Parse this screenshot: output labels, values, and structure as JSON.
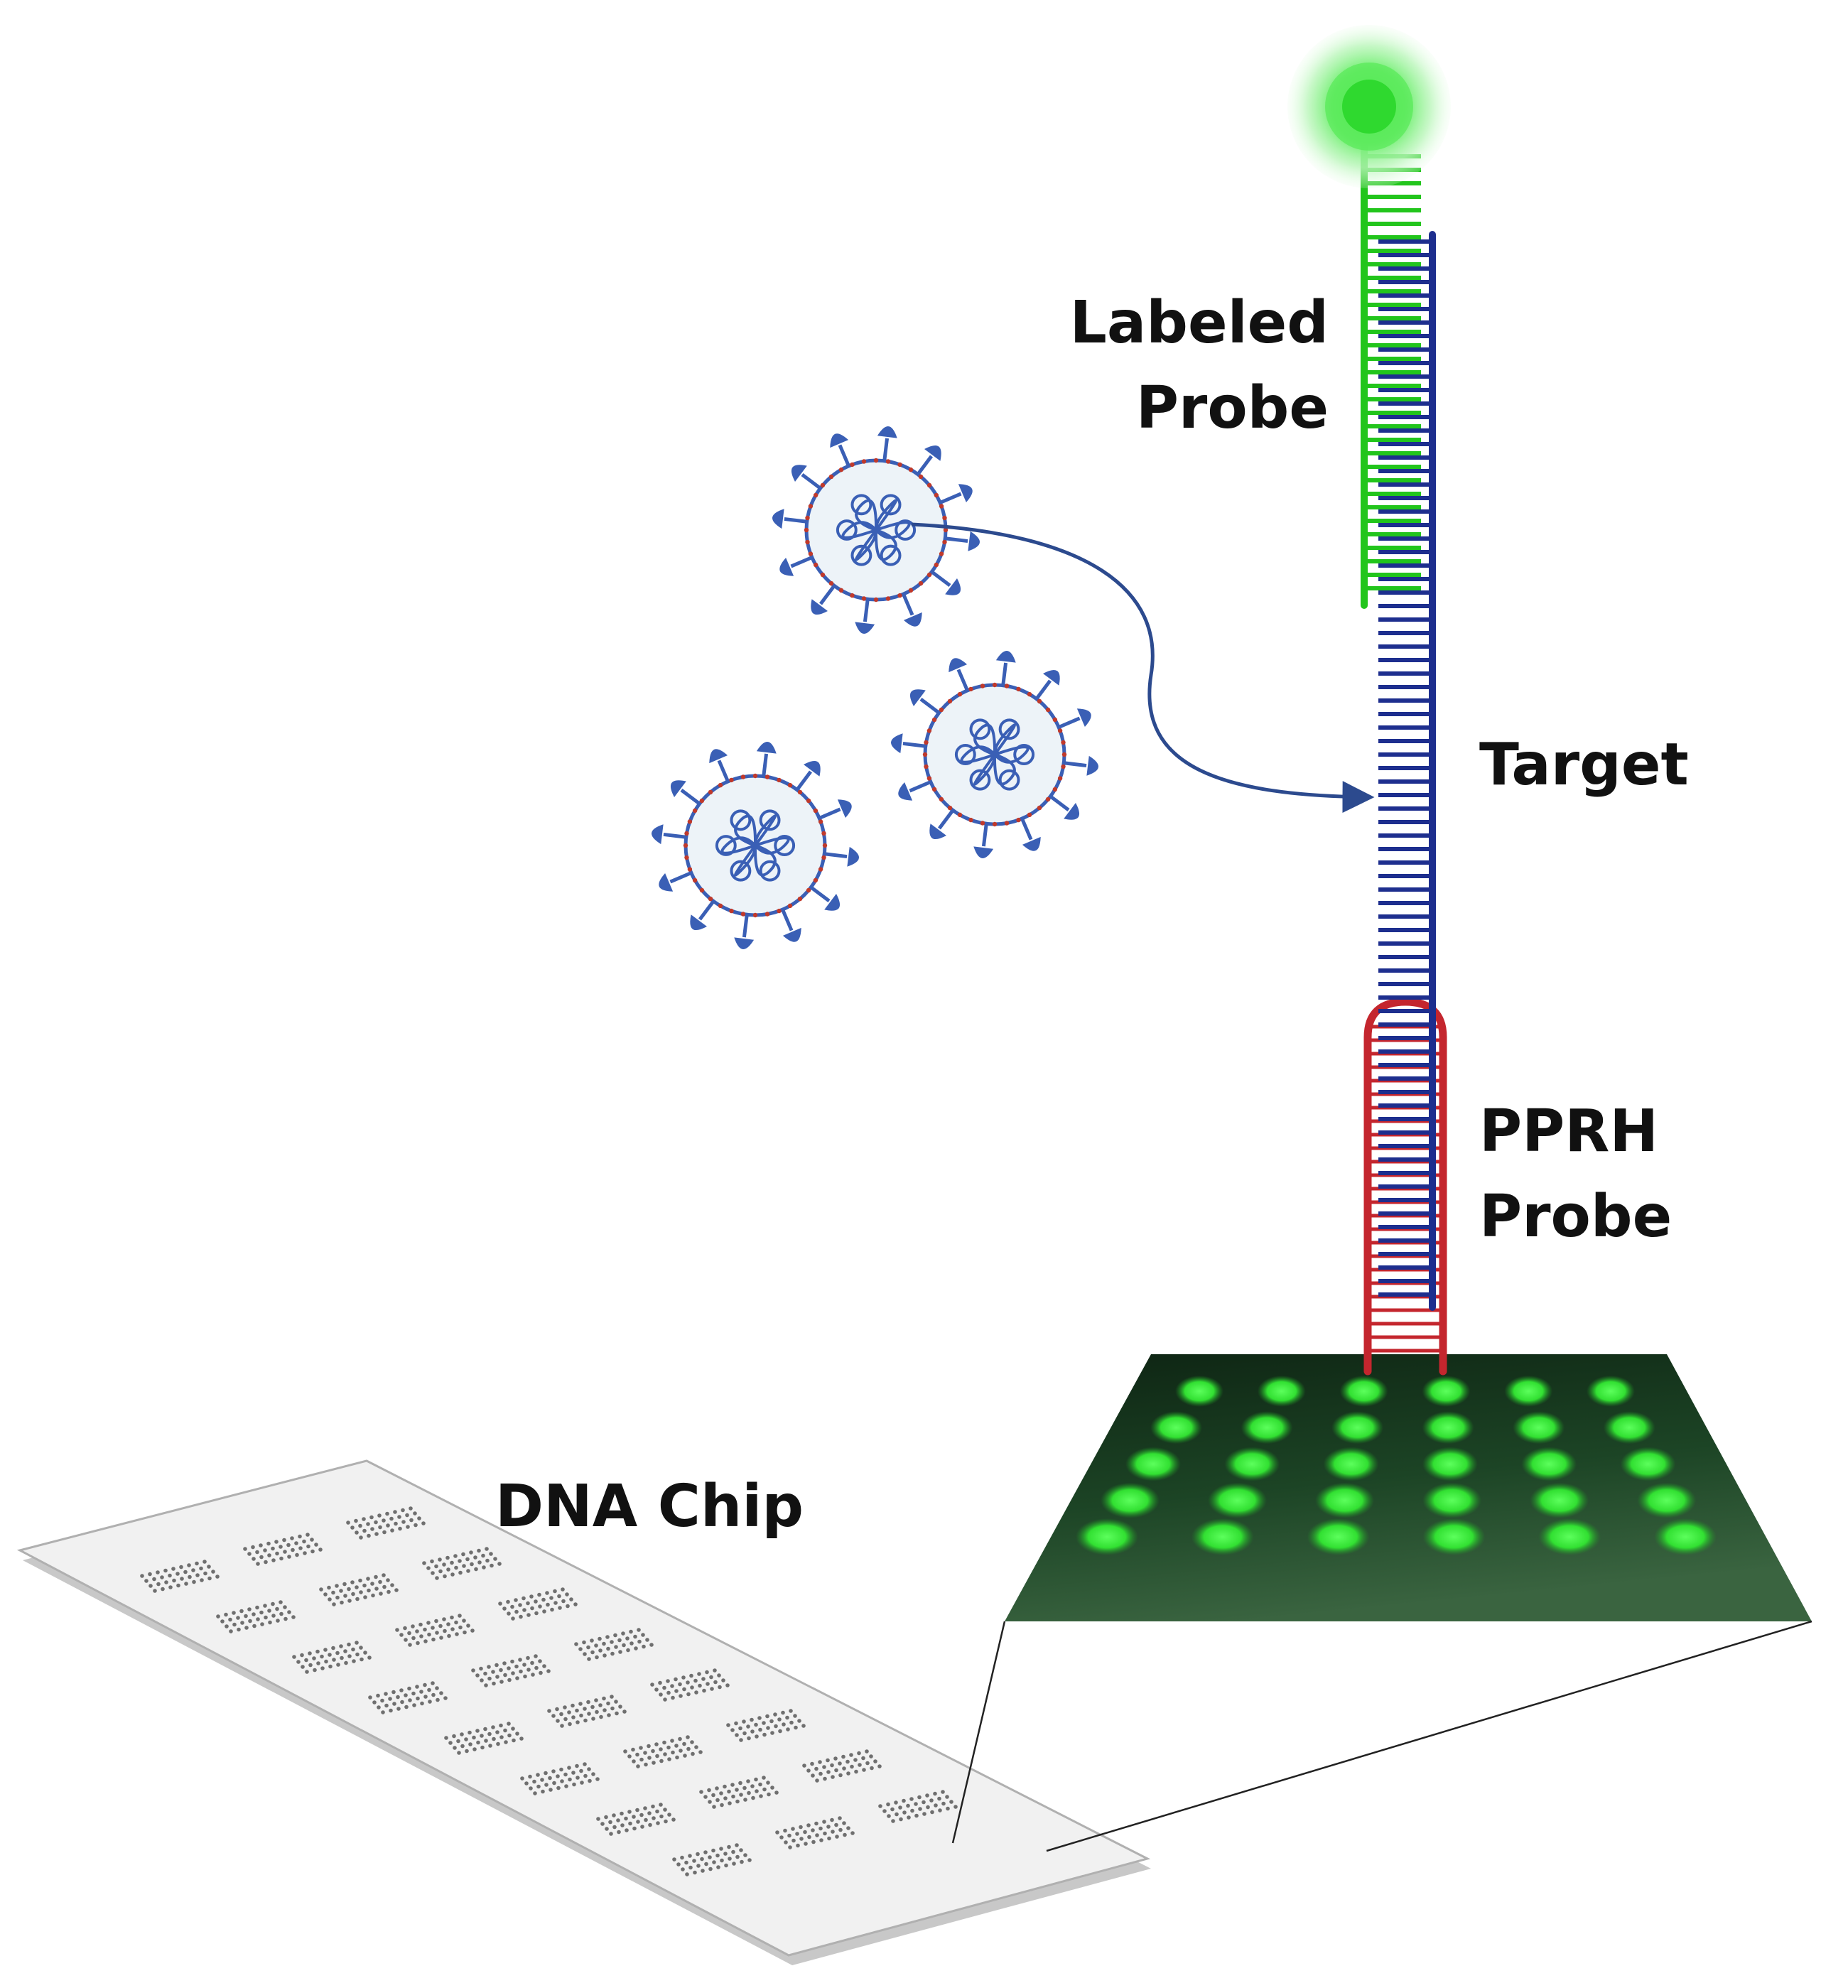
{
  "labels": {
    "labeled_probe_line1": "Labeled",
    "labeled_probe_line2": "Probe",
    "target": "Target",
    "pprh_line1": "PPRH",
    "pprh_line2": "Probe",
    "dna_chip": "DNA Chip"
  },
  "colors": {
    "labeled_probe": "#22c51c",
    "target": "#1d2e8e",
    "pprh_probe": "#c4262e",
    "fluorescence": "#35f03a",
    "virus_spike": "#3a5fb5",
    "virus_envelope_marks": "#c0392b",
    "virus_body": "#edf3f8",
    "chip_surface": "#f1f1f1",
    "microarray_background": "#173a1f"
  },
  "icons": {
    "virus": "coronavirus-icon",
    "fluorophore": "fluorescent-label-icon"
  },
  "counts": {
    "viruses": 3,
    "chip_array_blocks": 24,
    "zoom_spot_rows": 5,
    "zoom_spot_columns": 6
  }
}
